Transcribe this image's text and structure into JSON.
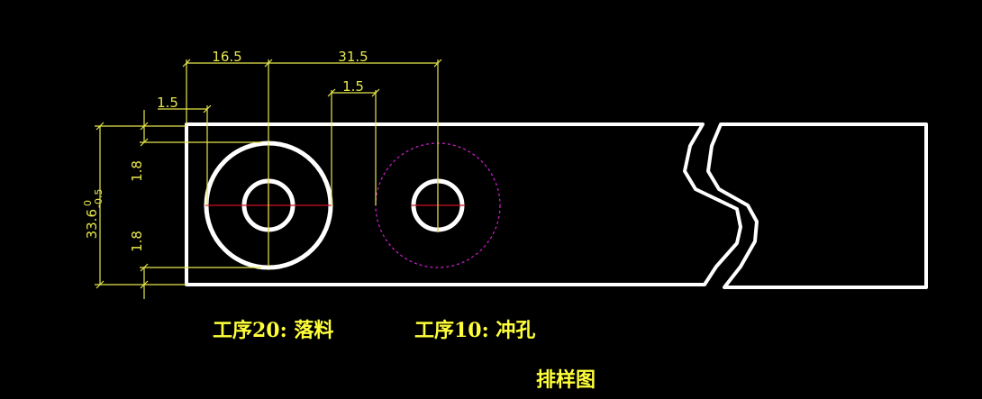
{
  "dimensions": {
    "pitch_left": "16.5",
    "pitch_right": "31.5",
    "edge_margin_left": "1.5",
    "edge_margin_mid": "1.5",
    "side_top": "1.8",
    "side_bottom": "1.8",
    "strip_width": "33.6",
    "strip_tol_upper": "0",
    "strip_tol_lower": "-0.5"
  },
  "labels": {
    "step20": "工序20: 落料",
    "step10": "工序10: 冲孔",
    "title": "排样图"
  },
  "colors": {
    "background": "#000000",
    "outline": "#ffffff",
    "dimension": "#e6e64d",
    "centerline": "#cc1122",
    "hidden_circle": "#c020c0",
    "label": "#ffff3a"
  }
}
